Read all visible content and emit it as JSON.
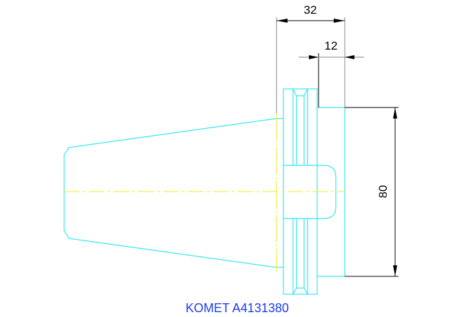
{
  "drawing": {
    "title": "KOMET A4131380",
    "dimensions": {
      "overall_length": "32",
      "step_length": "12",
      "diameter": "80"
    },
    "colors": {
      "outline": "#33e6f0",
      "centerline": "#f0f040",
      "dimension": "#000000",
      "title": "#1a3cf0"
    }
  }
}
